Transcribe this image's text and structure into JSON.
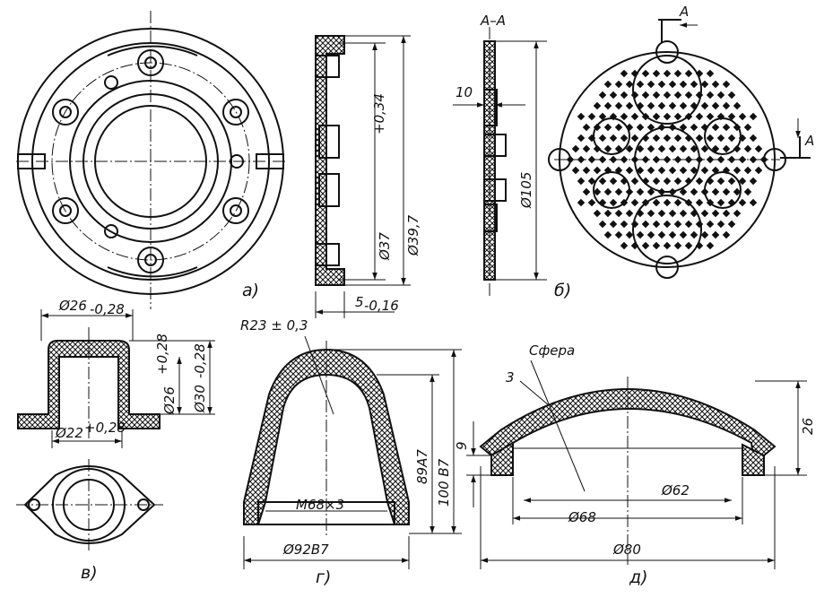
{
  "view_labels": {
    "a": "а)",
    "b": "б)",
    "v": "в)",
    "g": "г)",
    "d": "д)"
  },
  "section_label": "А–А",
  "section_marker": "А",
  "dims_a": {
    "d37": "Ø37",
    "d37_tol": "+0,34",
    "d39": "Ø39,7",
    "t5": "5",
    "t5_tol": "-0,16"
  },
  "dims_b": {
    "t10": "10",
    "d105": "Ø105"
  },
  "dims_v": {
    "d26": "Ø26",
    "d26_tol": "-0,28",
    "d26i": "Ø26",
    "d26i_tol": "+0,28",
    "d30": "Ø30",
    "d30_tol": "-0,28",
    "d22": "Ø22",
    "d22_tol": "+0,28"
  },
  "dims_g": {
    "r23": "R23 ± 0,3",
    "h89": "89A7",
    "h100": "100 B7",
    "m68": "M68×3",
    "d92": "Ø92B7"
  },
  "dims_d": {
    "sphere": "Сфера",
    "t3": "3",
    "h9": "9",
    "h26": "26",
    "d62": "Ø62",
    "d68": "Ø68",
    "d80": "Ø80"
  }
}
